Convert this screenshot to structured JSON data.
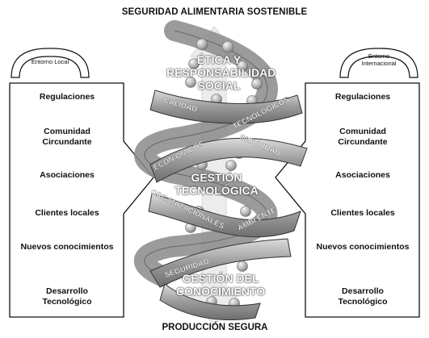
{
  "title": "SEGURIDAD ALIMENTARIA SOSTENIBLE",
  "left_panel": {
    "label": "Entorno Local",
    "items": [
      "Regulaciones",
      "Comunidad Circundante",
      "Asociaciones",
      "Clientes locales",
      "Nuevos conocimientos",
      "Desarrollo Tecnológico"
    ]
  },
  "right_panel": {
    "label": "Entorno Internacional",
    "items": [
      "Regulaciones",
      "Comunidad Circundante",
      "Asociaciones",
      "Clientes locales",
      "Nuevos conocimientos",
      "Desarrollo Tecnológico"
    ]
  },
  "center_blocks": [
    "ÉTICA Y RESPONSABILIDAD SOCIAL",
    "GESTIÓN TECNOLÓGICA",
    "GESTIÓN DEL CONOCIMIENTO"
  ],
  "strand_labels": [
    "CALIDAD",
    "TECNOLÓGICOS",
    "ECON ÓMICOS",
    "INOCUIDAD",
    "ORGANIZACIONALES",
    "AMBI ENTE",
    "SEGURIDAD"
  ],
  "bottom_label": "PRODUCCIÓN SEGURA"
}
